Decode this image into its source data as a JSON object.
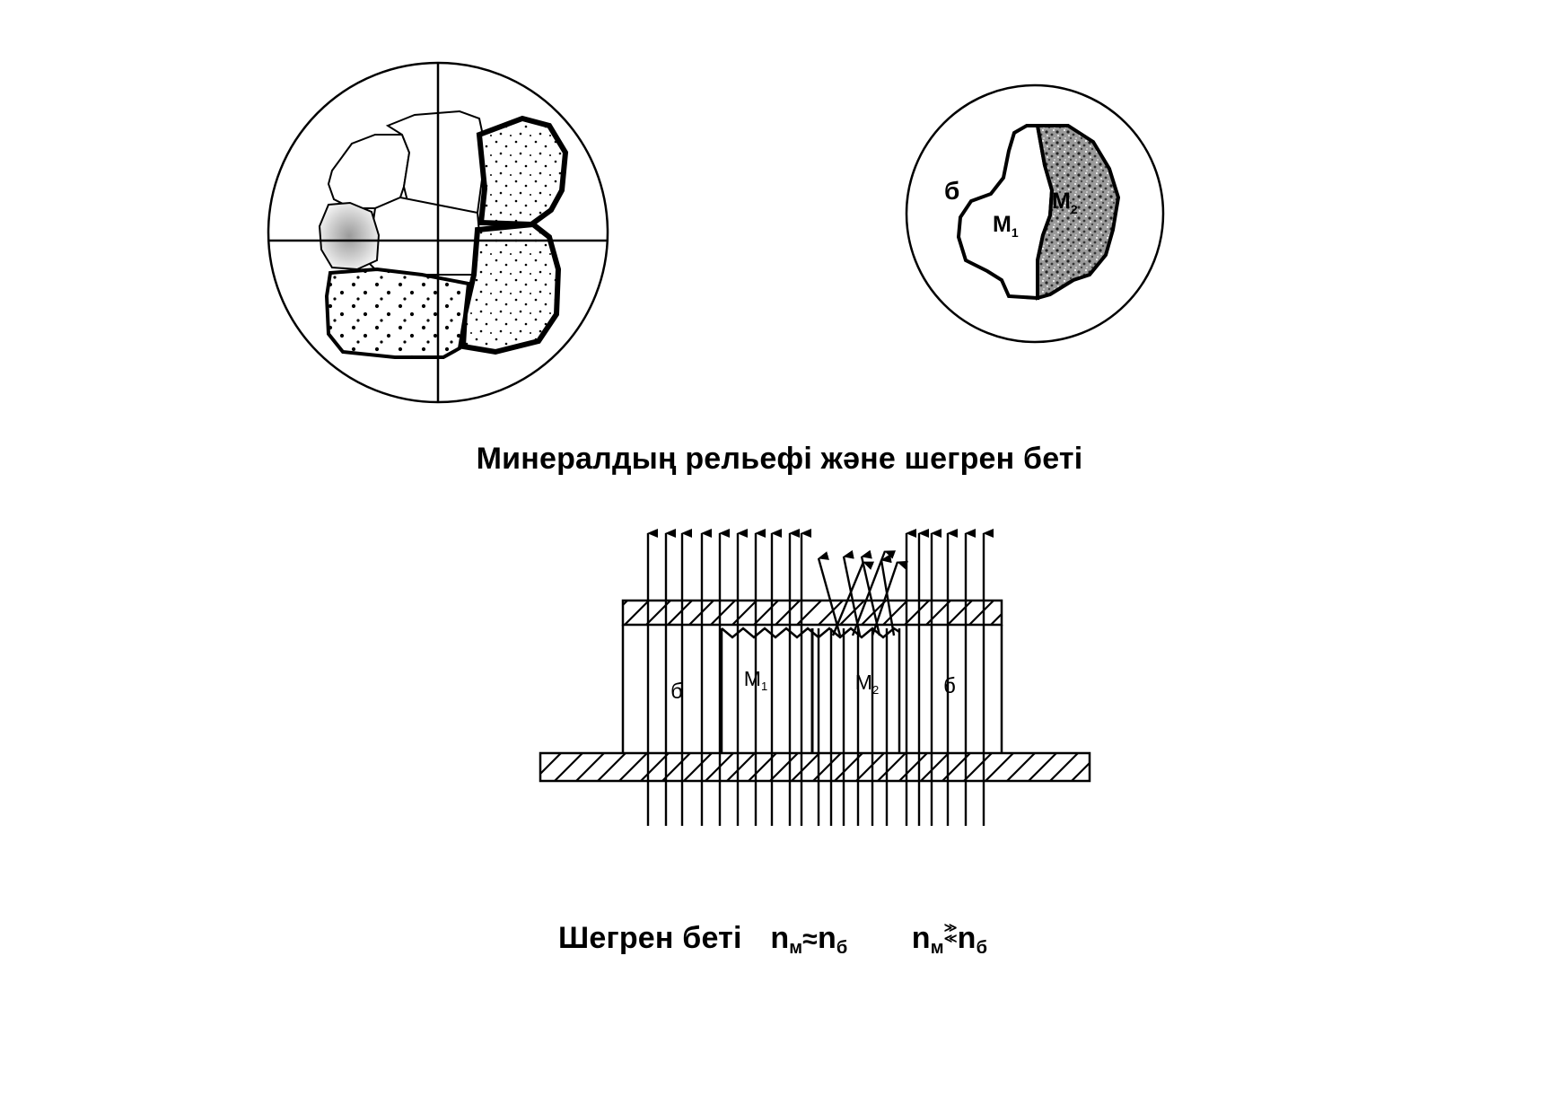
{
  "figure_top": {
    "label_b": "б",
    "label_m1": "M",
    "label_m1_sub": "1",
    "label_m2": "M",
    "label_m2_sub": "2",
    "caption": "Минералдың рельефі және шегрен беті"
  },
  "figure_bottom": {
    "label_b_left": "б",
    "label_m1": "M",
    "label_m1_sub": "1",
    "label_m2": "M",
    "label_m2_sub": "2",
    "label_b_right": "б"
  },
  "formula": {
    "text": "Шегрен беті",
    "n1": "n",
    "n1_sub": "м",
    "approx": "≈",
    "n2": "n",
    "n2_sub": "б",
    "n3": "n",
    "n3_sub": "м",
    "gt": "≫",
    "lt": "≪",
    "n4": "n",
    "n4_sub": "б"
  }
}
